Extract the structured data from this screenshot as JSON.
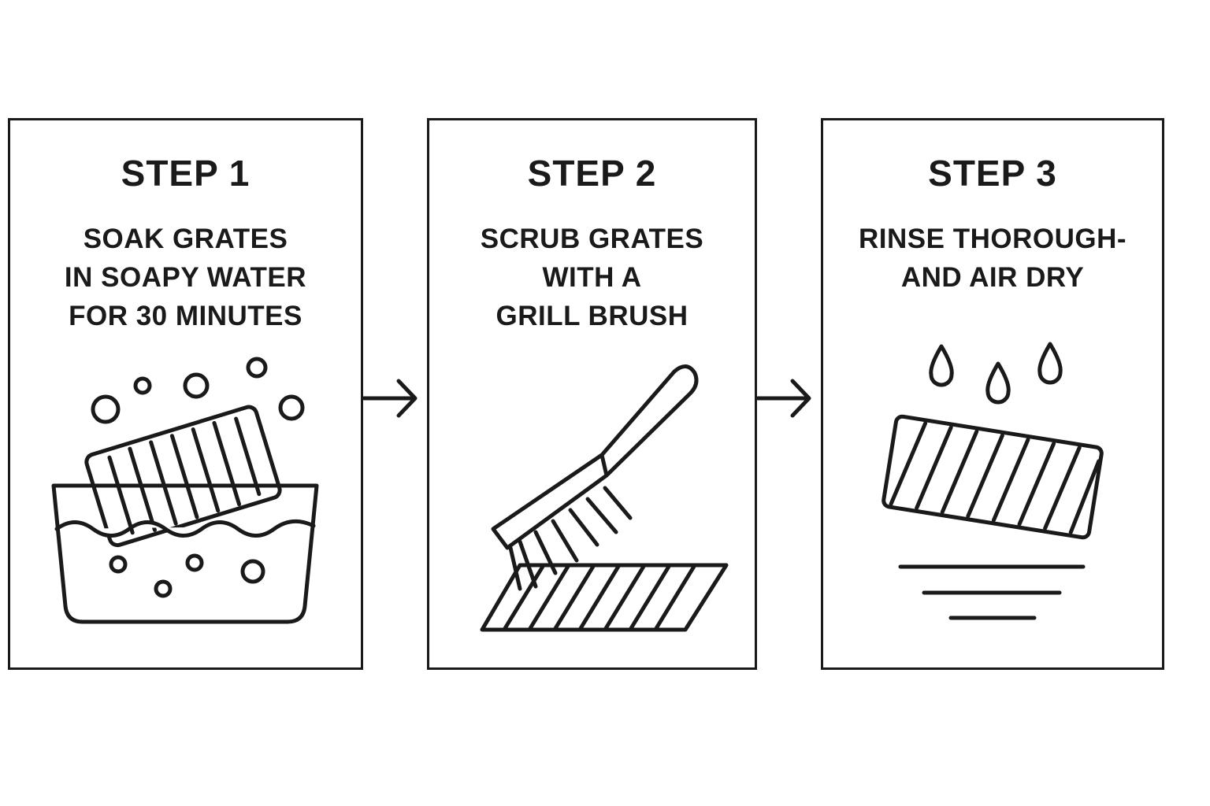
{
  "steps": [
    {
      "title": "STEP 1",
      "lines": [
        "SOAK GRATES",
        "IN SOAPY WATER",
        "FOR 30 MINUTES"
      ],
      "icon": "soaking-bowl-icon"
    },
    {
      "title": "STEP 2",
      "lines": [
        "SCRUB GRATES",
        "WITH A",
        "GRILL BRUSH"
      ],
      "icon": "grill-brush-icon"
    },
    {
      "title": "STEP 3",
      "lines": [
        "RINSE THOROUGH-",
        "AND AIR DRY"
      ],
      "icon": "drying-grate-icon"
    }
  ],
  "colors": {
    "ink": "#1a1a1a",
    "background": "#ffffff"
  }
}
